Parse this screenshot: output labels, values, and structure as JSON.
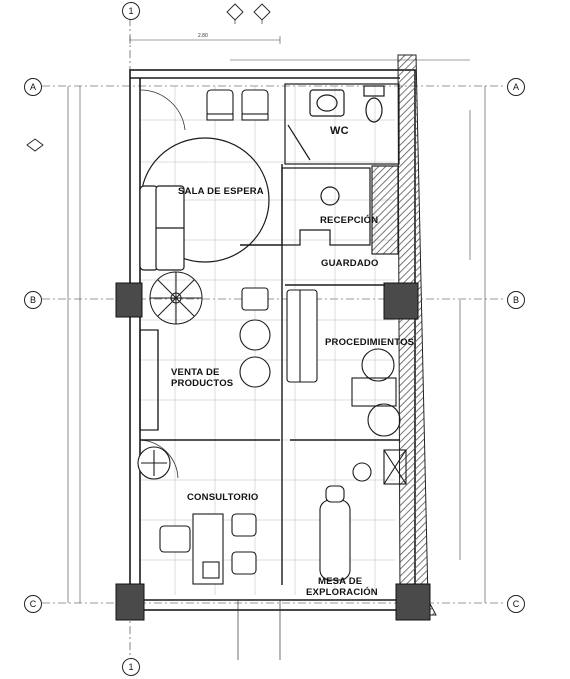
{
  "plan": {
    "axes": {
      "rows": [
        "A",
        "B",
        "C"
      ],
      "column": "1"
    },
    "rooms": {
      "wc": "WC",
      "sala_espera": "SALA DE ESPERA",
      "recepcion": "RECEPCIÓN",
      "guardado": "GUARDADO",
      "procedimientos": "PROCEDIMIENTOS",
      "venta_productos_1": "VENTA DE",
      "venta_productos_2": "PRODUCTOS",
      "consultorio": "CONSULTORIO",
      "mesa_1": "MESA DE",
      "mesa_2": "EXPLORACIÓN"
    },
    "dimensions": {
      "top": "2.80"
    },
    "colors": {
      "line": "#1a1a1a",
      "grid": "#b8b8b8",
      "column_fill": "#4a4a4a",
      "wall_hatch": "#555555"
    }
  }
}
